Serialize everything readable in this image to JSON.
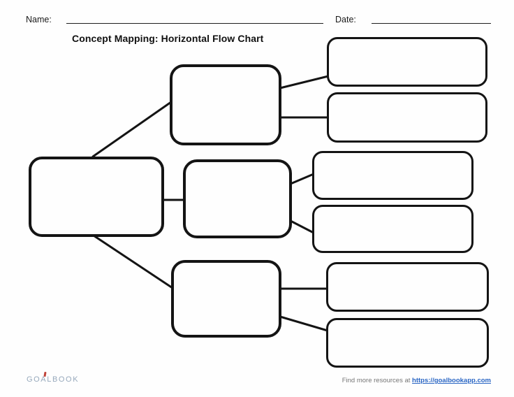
{
  "header": {
    "name_label": "Name:",
    "date_label": "Date:"
  },
  "title": "Concept Mapping: Horizontal Flow Chart",
  "diagram": {
    "type": "flowchart",
    "orientation": "horizontal",
    "nodes": [
      {
        "id": "main-topic",
        "label": "",
        "role": "root"
      },
      {
        "id": "branch-top",
        "label": "",
        "role": "branch"
      },
      {
        "id": "branch-middle",
        "label": "",
        "role": "branch"
      },
      {
        "id": "branch-bottom",
        "label": "",
        "role": "branch"
      },
      {
        "id": "leaf-1",
        "label": "",
        "role": "leaf"
      },
      {
        "id": "leaf-2",
        "label": "",
        "role": "leaf"
      },
      {
        "id": "leaf-3",
        "label": "",
        "role": "leaf"
      },
      {
        "id": "leaf-4",
        "label": "",
        "role": "leaf"
      },
      {
        "id": "leaf-5",
        "label": "",
        "role": "leaf"
      },
      {
        "id": "leaf-6",
        "label": "",
        "role": "leaf"
      }
    ],
    "edges": [
      [
        "main-topic",
        "branch-top"
      ],
      [
        "main-topic",
        "branch-middle"
      ],
      [
        "main-topic",
        "branch-bottom"
      ],
      [
        "branch-top",
        "leaf-1"
      ],
      [
        "branch-top",
        "leaf-2"
      ],
      [
        "branch-middle",
        "leaf-3"
      ],
      [
        "branch-middle",
        "leaf-4"
      ],
      [
        "branch-bottom",
        "leaf-5"
      ],
      [
        "branch-bottom",
        "leaf-6"
      ]
    ]
  },
  "footer": {
    "logo_text": "GOALBOOK",
    "resources_text": "Find more resources at ",
    "link_text": "https://goalbookapp.com"
  },
  "colors": {
    "box_border": "#141414",
    "connector": "#141414",
    "logo": "#97a9bc",
    "logo_accent": "#c0443a",
    "footer_text": "#767676",
    "link": "#2a66c4"
  }
}
